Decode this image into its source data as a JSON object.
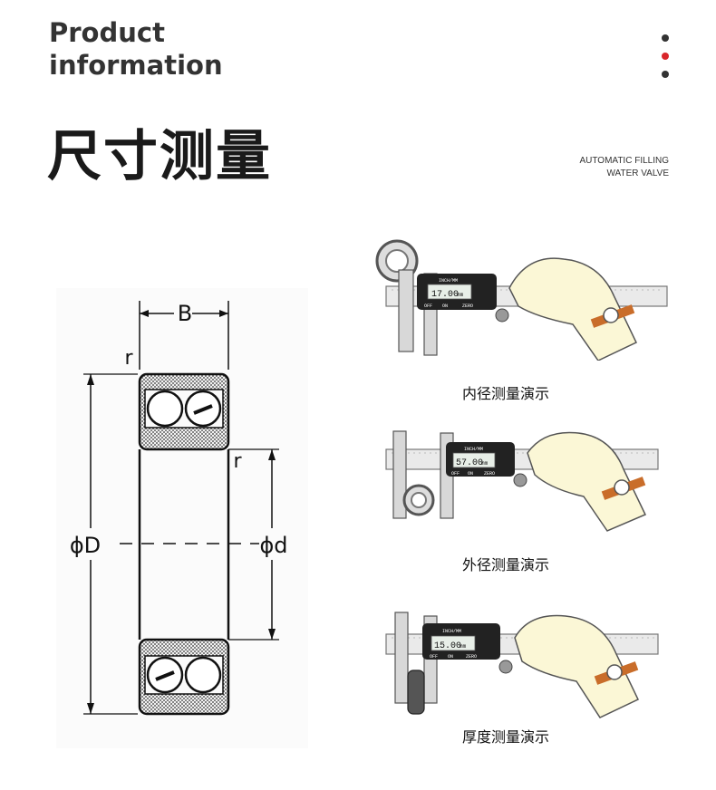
{
  "header": {
    "title_en_line1": "Product",
    "title_en_line2": "information",
    "title_cn": "尺寸测量",
    "subtitle_line1": "AUTOMATIC FILLING",
    "subtitle_line2": "WATER VALVE"
  },
  "diagram": {
    "label_b": "B",
    "label_r_top": "r",
    "label_r_inner": "r",
    "label_outer_d": "ϕD",
    "label_inner_d": "ϕd"
  },
  "demos": [
    {
      "caption": "内径测量演示",
      "reading": "17.00",
      "unit": "mm"
    },
    {
      "caption": "外径测量演示",
      "reading": "57.00",
      "unit": "mm"
    },
    {
      "caption": "厚度测量演示",
      "reading": "15.00",
      "unit": "mm"
    }
  ],
  "caliper_labels": {
    "mode": "INCH/MM",
    "off": "OFF",
    "on": "ON",
    "zero": "ZERO"
  }
}
